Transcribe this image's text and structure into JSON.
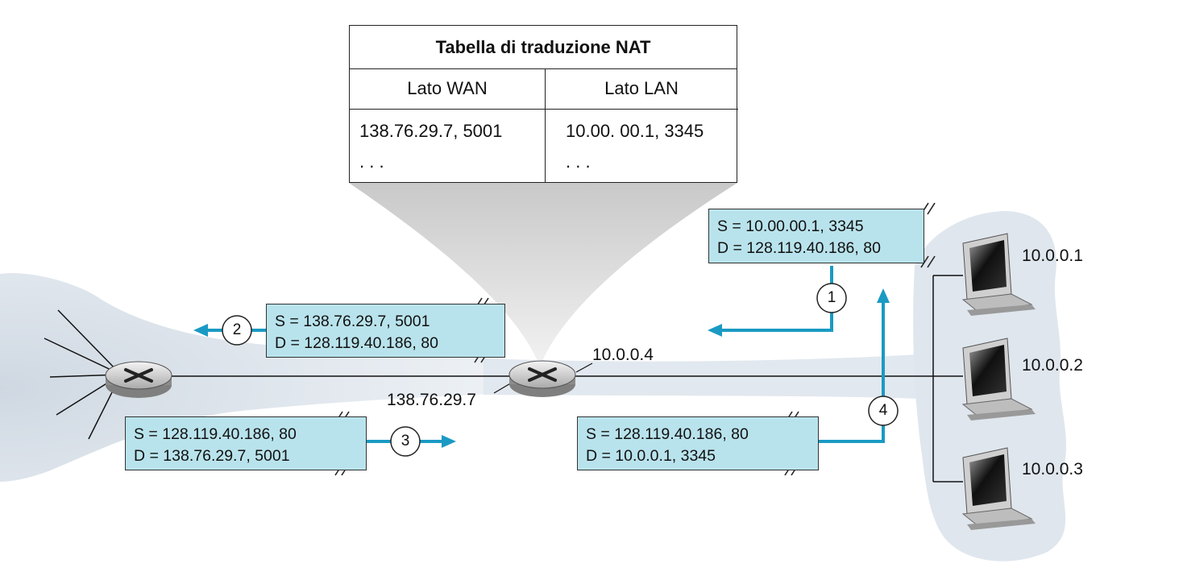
{
  "nat_table": {
    "title": "Tabella di traduzione NAT",
    "col_wan": "Lato WAN",
    "col_lan": "Lato LAN",
    "wan_entry": "138.76.29.7, 5001",
    "lan_entry": "10.00. 00.1, 3345",
    "wan_more": ". . .",
    "lan_more": ". . ."
  },
  "packets": {
    "p1": {
      "src": "S = 10.00.00.1, 3345",
      "dst": "D = 128.119.40.186, 80"
    },
    "p2": {
      "src": "S = 138.76.29.7, 5001",
      "dst": "D = 128.119.40.186, 80"
    },
    "p3": {
      "src": "S = 128.119.40.186, 80",
      "dst": "D = 138.76.29.7, 5001"
    },
    "p4": {
      "src": "S = 128.119.40.186, 80",
      "dst": "D = 10.0.0.1, 3345"
    }
  },
  "steps": {
    "s1": "1",
    "s2": "2",
    "s3": "3",
    "s4": "4"
  },
  "addresses": {
    "router_wan": "138.76.29.7",
    "router_lan": "10.0.0.4",
    "host1": "10.0.0.1",
    "host2": "10.0.0.2",
    "host3": "10.0.0.3"
  },
  "colors": {
    "arrow": "#1a9ac3",
    "packet_fill": "#b9e3ec",
    "cloud": "#dde4ec"
  }
}
